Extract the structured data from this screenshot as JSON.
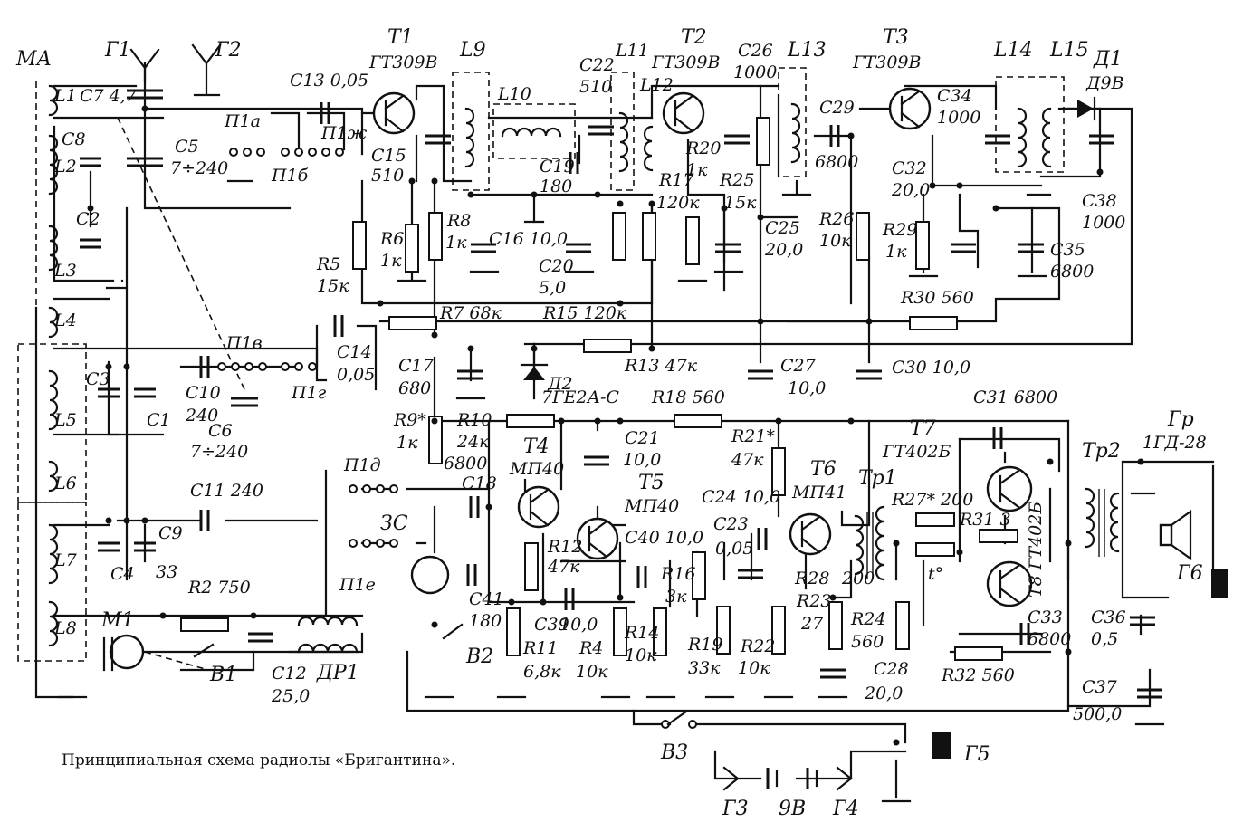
{
  "caption": "Принципиальная схема радиолы «Бригантина».",
  "labels": {
    "ma": "МА",
    "g1": "Г1",
    "g2": "Г2",
    "g3": "Г3",
    "g4": "Г4",
    "g5": "Г5",
    "g6": "Г6",
    "gr": "Гр",
    "gr_type": "1ГД-28",
    "l1": "L1",
    "l2": "L2",
    "l3": "L3",
    "l4": "L4",
    "l5": "L5",
    "l6": "L6",
    "l7": "L7",
    "l8": "L8",
    "l9": "L9",
    "l10": "L10",
    "l11": "L11",
    "l12": "L12",
    "l13": "L13",
    "l14": "L14",
    "l15": "L15",
    "c7": "C7 4,7",
    "c8": "C8",
    "c5": "C5",
    "c5_val": "7÷240",
    "c2": "C2",
    "c3": "C3",
    "c1": "C1",
    "c4": "C4",
    "c9": "C9",
    "c9_val": "33",
    "c10": "C10",
    "c10_val": "240",
    "c6": "C6",
    "c6_val": "7÷240",
    "c11": "C11 240",
    "c13": "C13 0,05",
    "c14": "C14",
    "c14_val": "0,05",
    "c15": "C15",
    "c15_val": "510",
    "c16": "C16 10,0",
    "c17": "C17",
    "c17_val": "680",
    "c18": "C18",
    "c19": "C19",
    "c19_val": "180",
    "c20": "C20",
    "c20_val": "5,0",
    "c21": "C21",
    "c21_val": "10,0",
    "c22": "C22",
    "c22_val": "510",
    "c23": "C23",
    "c23_val": "0,05",
    "c24": "C24 10,0",
    "c25": "C25",
    "c25_val": "20,0",
    "c26": "C26",
    "c26_val": "1000",
    "c27": "C27",
    "c27_val": "10,0",
    "c28": "C28",
    "c28_val": "20,0",
    "c29": "C29",
    "c29_val": "6800",
    "c30": "C30 10,0",
    "c31": "C31 6800",
    "c32": "C32",
    "c32_val": "20,0",
    "c33": "C33",
    "c33_val": "6800",
    "c34": "C34",
    "c34_val": "1000",
    "c35": "C35",
    "c35_val": "6800",
    "c36": "C36",
    "c36_val": "0,5",
    "c37": "C37",
    "c37_val": "500,0",
    "c38": "C38",
    "c38_val": "1000",
    "c39": "C39",
    "c39_val": "10,0",
    "c40": "C40 10,0",
    "c41": "C41",
    "c41_val": "180",
    "c12": "C12",
    "c12_val": "25,0",
    "r2": "R2 750",
    "r4": "R4",
    "r4_val": "10к",
    "r5": "R5",
    "r5_val": "15к",
    "r6": "R6",
    "r6_val": "1к",
    "r7": "R7 68к",
    "r8": "R8",
    "r8_val": "1к",
    "r9": "R9*",
    "r9_val": "1к",
    "r10": "R10",
    "r10_val": "24к",
    "r10_c": "6800",
    "r11": "R11",
    "r11_val": "6,8к",
    "r12": "R12",
    "r12_val": "47к",
    "r13": "R13 47к",
    "r14": "R14",
    "r14_val": "10к",
    "r15": "R15 120к",
    "r16": "R16",
    "r16_val": "3к",
    "r17": "R17",
    "r17_val": "120к",
    "r18": "R18 560",
    "r19": "R19",
    "r19_val": "33к",
    "r20": "R20",
    "r20_val": "1к",
    "r21": "R21*",
    "r21_val": "47к",
    "r22": "R22",
    "r22_val": "10к",
    "r23": "R23",
    "r23_val": "27",
    "r24": "R24",
    "r24_val": "560",
    "r25": "R25",
    "r25_val": "15к",
    "r26": "R26",
    "r26_val": "10к",
    "r27": "R27* 200",
    "r27_b": "200",
    "r28": "R28",
    "r29": "R29",
    "r29_val": "1к",
    "r30": "R30 560",
    "r31": "R31 3",
    "r32": "R32 560",
    "t_deg": "t°",
    "t1": "T1",
    "t1_type": "ГТ309В",
    "t2": "T2",
    "t2_type": "ГТ309В",
    "t3": "T3",
    "t3_type": "ГТ309В",
    "t4": "T4",
    "t4_type": "МП40",
    "t5": "T5",
    "t5_type": "МП40",
    "t6": "T6",
    "t6_type": "МП41",
    "t7": "T7",
    "t7_type": "ГТ402Б",
    "t8": "T8 ГТ402Б",
    "d1": "Д1",
    "d1_type": "Д9В",
    "d2": "Д2",
    "d2_type": "7ГЕ2А-С",
    "tr1": "Tp1",
    "tr2": "Tp2",
    "p1a": "П1а",
    "p1b": "П1б",
    "p1v": "П1в",
    "p1g": "П1г",
    "p1d": "П1д",
    "p1e": "П1е",
    "p1zh": "П1ж",
    "m1": "M1",
    "v1": "B1",
    "v2": "B2",
    "v3": "B3",
    "dr1": "ДР1",
    "zs": "ЗС",
    "bat": "9В"
  }
}
